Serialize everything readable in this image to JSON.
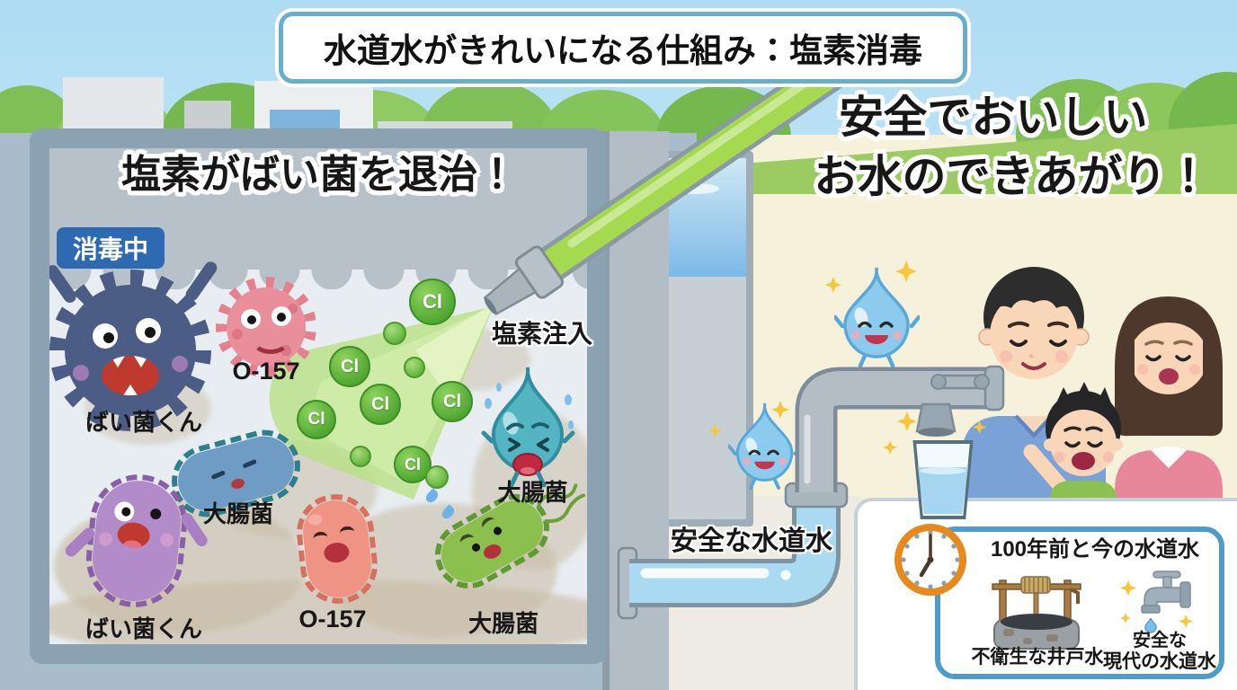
{
  "header": {
    "title": "水道水がきれいになる仕組み：塩素消毒"
  },
  "tank": {
    "title": "塩素がばい菌を退治！",
    "badge": "消毒中",
    "injection_label": "塩素注入",
    "cl": "Cl",
    "germ_labels": {
      "fuzzy_navy": "ばい菌くん",
      "spiky_pink": "O-157",
      "rod_blue": "大腸菌",
      "rod_purple": "ばい菌くん",
      "rod_salmon": "O-157",
      "rod_green": "大腸菌",
      "drop_teal": "大腸菌"
    }
  },
  "pipe": {
    "label": "安全な水道水"
  },
  "result": {
    "title_line1": "安全でおいしい",
    "title_line2": "お水のできあがり！"
  },
  "panel": {
    "title": "100年前と今の水道水",
    "well_caption": "不衛生な井戸水",
    "faucet_caption_line1": "安全な",
    "faucet_caption_line2": "現代の水道水"
  },
  "colors": {
    "banner_border": "#69aecb",
    "badge_bg": "#2e6ab2",
    "chlorine_green": "#a5d94f",
    "cl_bubble_green": "#57b33a",
    "tap_water_blue": "#a9daf1",
    "panel_border": "#4f9cc9",
    "clock_orange": "#e8891d",
    "sparkle_yellow": "#f6c63d"
  }
}
